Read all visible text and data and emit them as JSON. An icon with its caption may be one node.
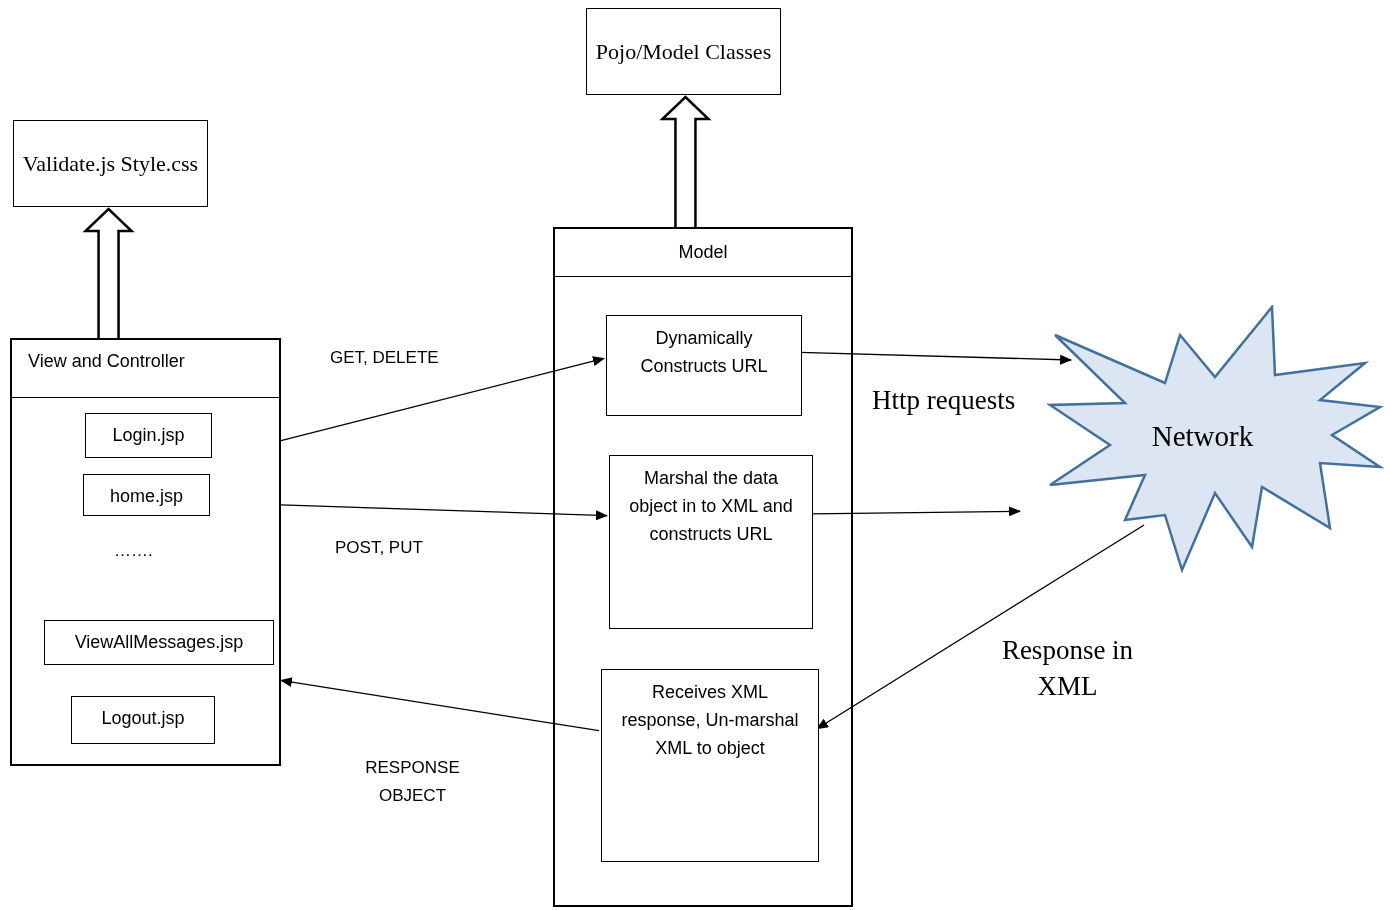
{
  "diagram": {
    "nodes": [
      {
        "text": [
          "Validate.js Style.css"
        ]
      },
      {
        "text": [
          "Pojo/Model Classes"
        ]
      },
      {
        "text": [
          "View and Controller"
        ]
      },
      {
        "text": [
          "Login.jsp"
        ],
        "in": 2
      },
      {
        "text": [
          "home.jsp"
        ],
        "in": 2
      },
      {
        "text": [
          "ViewAllMessages.jsp"
        ],
        "in": 2
      },
      {
        "text": [
          "Logout.jsp"
        ],
        "in": 2
      },
      {
        "text": [
          "Model"
        ]
      },
      {
        "text": [
          "Dynamically Constructs URL"
        ],
        "in": 7
      },
      {
        "text": [
          "Marshal the data object in to XML and constructs URL"
        ],
        "in": 7
      },
      {
        "text": [
          "Receives XML response, Un-marshal XML to object"
        ],
        "in": 7
      },
      {
        "text": [
          "Network"
        ]
      }
    ],
    "edges": [
      {
        "from": 2,
        "to": 0,
        "arrow": "to",
        "style": "thick"
      },
      {
        "from": 7,
        "to": 1,
        "arrow": "to",
        "style": "thick"
      },
      {
        "from": 2,
        "to": 8,
        "arrow": "to",
        "label": "GET, DELETE"
      },
      {
        "from": 2,
        "to": 9,
        "arrow": "to",
        "label": "POST, PUT"
      },
      {
        "from": 10,
        "to": 2,
        "arrow": "to",
        "label": "RESPONSE OBJECT"
      },
      {
        "from": 8,
        "to": 11,
        "arrow": "to",
        "label": "Http requests"
      },
      {
        "from": 9,
        "to": 11,
        "arrow": "to"
      },
      {
        "from": 11,
        "to": 10,
        "arrow": "to",
        "label": "Response in XML"
      }
    ],
    "labels": [
      "……."
    ]
  }
}
